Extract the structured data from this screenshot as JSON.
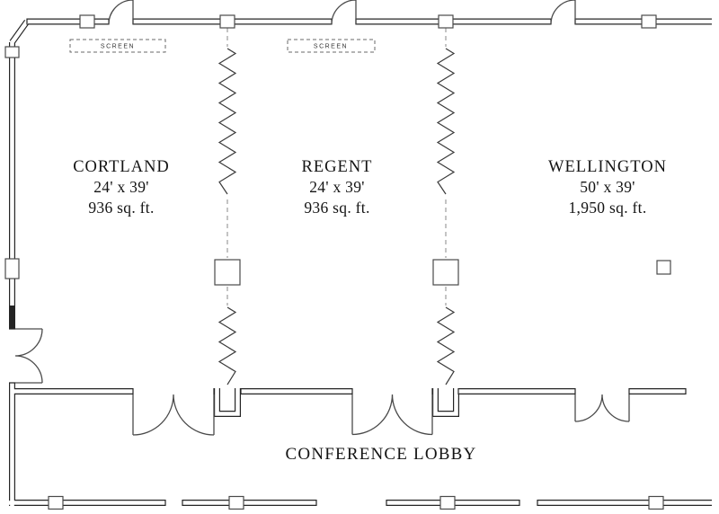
{
  "plan": {
    "rooms": [
      {
        "name": "CORTLAND",
        "dimensions": "24' x 39'",
        "area": "936 sq. ft."
      },
      {
        "name": "REGENT",
        "dimensions": "24' x 39'",
        "area": "936 sq. ft."
      },
      {
        "name": "WELLINGTON",
        "dimensions": "50' x 39'",
        "area": "1,950 sq. ft."
      }
    ],
    "lobby": {
      "label": "CONFERENCE LOBBY"
    },
    "screens": [
      {
        "label": "SCREEN"
      },
      {
        "label": "SCREEN"
      }
    ],
    "colors": {
      "wall": "#242424",
      "door_line": "#4a4a4a",
      "background": "#ffffff"
    }
  }
}
